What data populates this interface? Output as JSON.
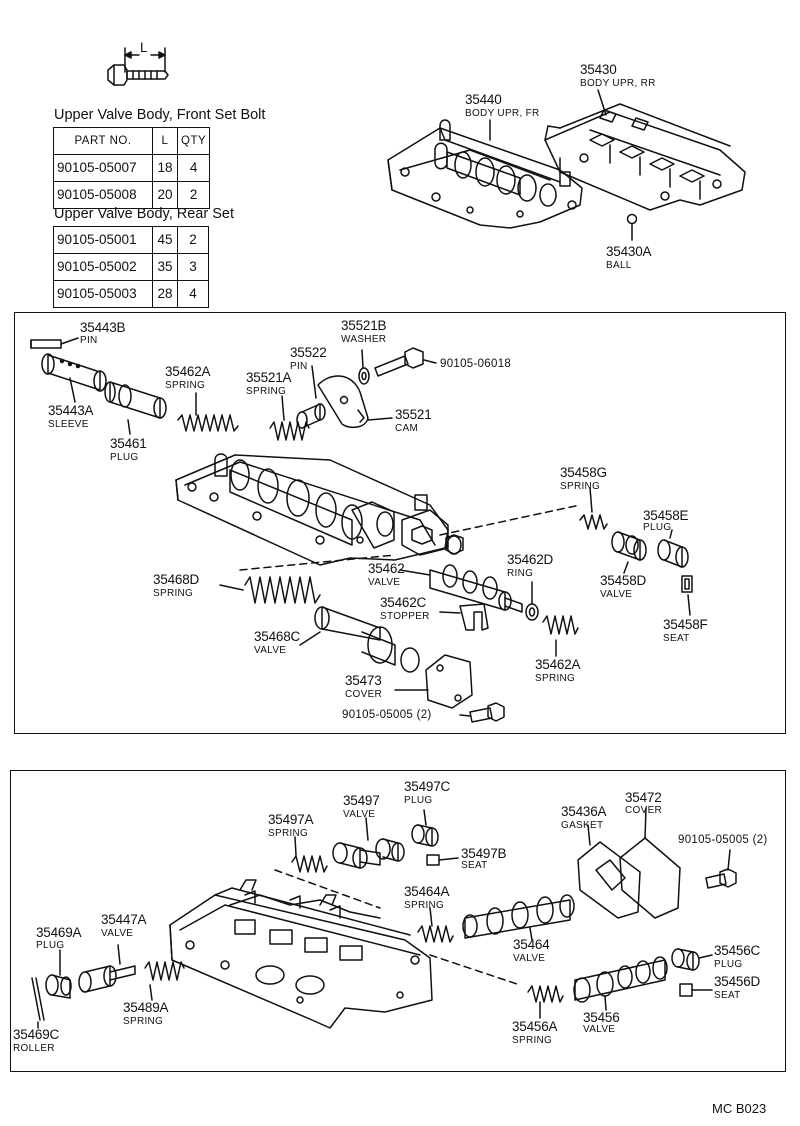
{
  "dim_label": "L",
  "front_set": {
    "title": "Upper Valve Body, Front Set Bolt",
    "headers": [
      "PART NO.",
      "L",
      "QTY"
    ],
    "rows": [
      [
        "90105-05007",
        "18",
        "4"
      ],
      [
        "90105-05008",
        "20",
        "2"
      ]
    ]
  },
  "rear_set": {
    "title": "Upper Valve Body, Rear Set",
    "rows": [
      [
        "90105-05001",
        "45",
        "2"
      ],
      [
        "90105-05002",
        "35",
        "3"
      ],
      [
        "90105-05003",
        "28",
        "4"
      ]
    ]
  },
  "top_parts": [
    {
      "num": "35430",
      "name": "BODY UPR, RR"
    },
    {
      "num": "35440",
      "name": "BODY UPR, FR"
    },
    {
      "num": "35430A",
      "name": "BALL"
    }
  ],
  "mid_parts": [
    {
      "num": "35443B",
      "name": "PIN"
    },
    {
      "num": "35443A",
      "name": "SLEEVE"
    },
    {
      "num": "35461",
      "name": "PLUG"
    },
    {
      "num": "35462A",
      "name": "SPRING"
    },
    {
      "num": "35521A",
      "name": "SPRING"
    },
    {
      "num": "35522",
      "name": "PIN"
    },
    {
      "num": "35521B",
      "name": "WASHER"
    },
    {
      "num": "90105-06018",
      "name": ""
    },
    {
      "num": "35521",
      "name": "CAM"
    },
    {
      "num": "35458G",
      "name": "SPRING"
    },
    {
      "num": "35458E",
      "name": "PLUG"
    },
    {
      "num": "35458D",
      "name": "VALVE"
    },
    {
      "num": "35458F",
      "name": "SEAT"
    },
    {
      "num": "35462D",
      "name": "RING"
    },
    {
      "num": "35462",
      "name": "VALVE"
    },
    {
      "num": "35462C",
      "name": "STOPPER"
    },
    {
      "num": "35468D",
      "name": "SPRING"
    },
    {
      "num": "35468C",
      "name": "VALVE"
    },
    {
      "num": "35473",
      "name": "COVER"
    },
    {
      "num": "90105-05005 (2)",
      "name": ""
    },
    {
      "num": "35462A",
      "name": "SPRING"
    }
  ],
  "bot_parts": [
    {
      "num": "35497A",
      "name": "SPRING"
    },
    {
      "num": "35497",
      "name": "VALVE"
    },
    {
      "num": "35497C",
      "name": "PLUG"
    },
    {
      "num": "35497B",
      "name": "SEAT"
    },
    {
      "num": "35436A",
      "name": "GASKET"
    },
    {
      "num": "35472",
      "name": "COVER"
    },
    {
      "num": "90105-05005 (2)",
      "name": ""
    },
    {
      "num": "35464A",
      "name": "SPRING"
    },
    {
      "num": "35464",
      "name": "VALVE"
    },
    {
      "num": "35469A",
      "name": "PLUG"
    },
    {
      "num": "35447A",
      "name": "VALVE"
    },
    {
      "num": "35489A",
      "name": "SPRING"
    },
    {
      "num": "35469C",
      "name": "ROLLER"
    },
    {
      "num": "35456C",
      "name": "PLUG"
    },
    {
      "num": "35456D",
      "name": "SEAT"
    },
    {
      "num": "35456A",
      "name": "SPRING"
    },
    {
      "num": "35456",
      "name": "VALVE"
    }
  ],
  "footer_code": "MC  B023"
}
